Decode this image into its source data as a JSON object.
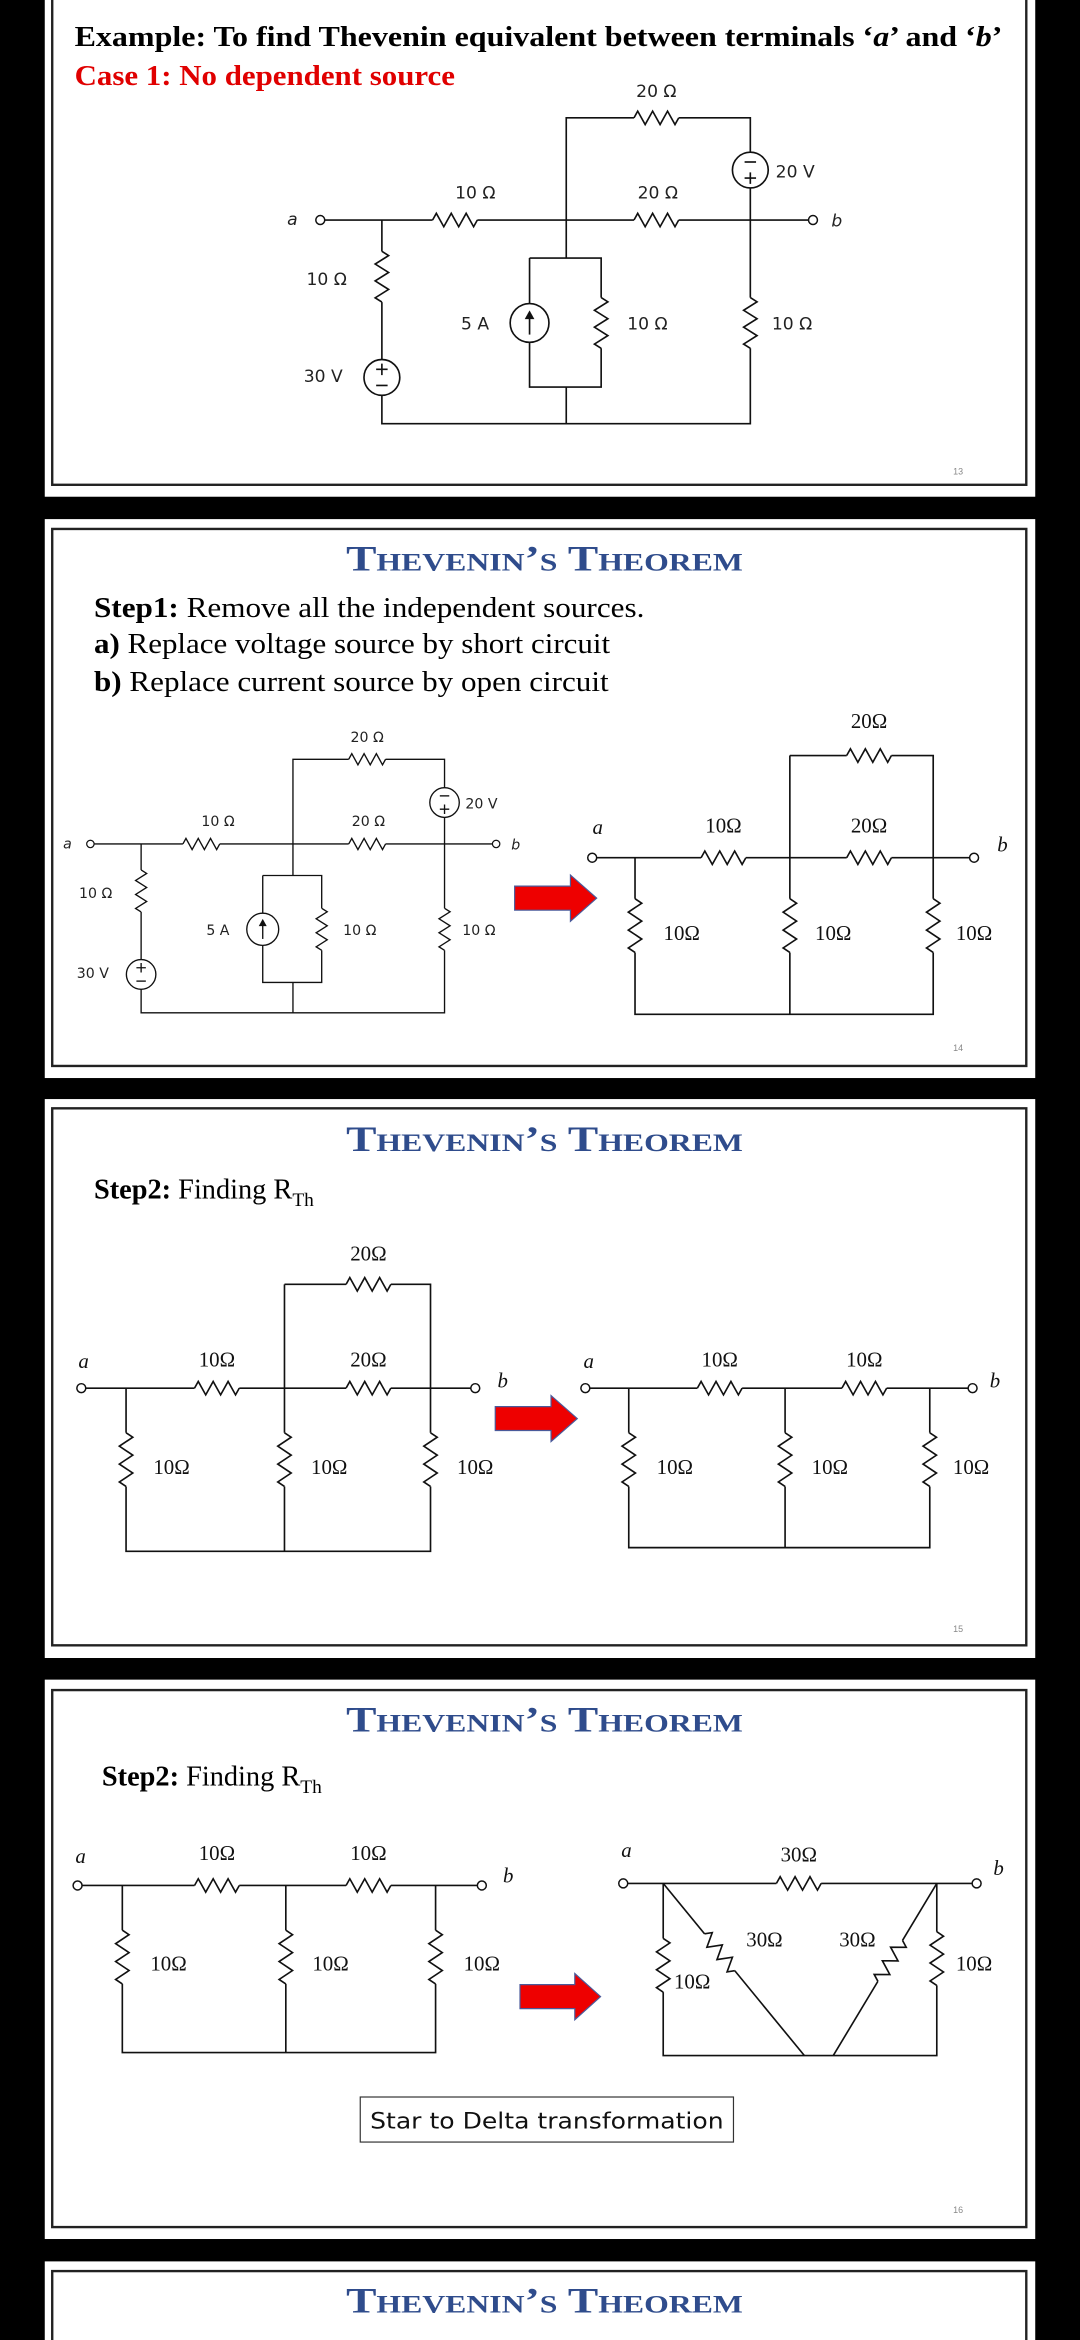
{
  "slides": [
    {
      "page": "13",
      "title": {
        "p1": "Example: To find Thevenin equivalent between terminals ‘",
        "a": "a",
        "p2": "’ and ‘",
        "b": "b",
        "p3": "’"
      },
      "subtitle": "Case 1: No dependent source",
      "circuit": {
        "r_top": "20 Ω",
        "v_top": "20 V",
        "r_ab1": "10 Ω",
        "r_ab2": "20 Ω",
        "term_a": "a",
        "term_b": "b",
        "r_left": "10 Ω",
        "i_src": "5 A",
        "r_mid": "10 Ω",
        "r_right": "10 Ω",
        "v_left": "30 V"
      }
    },
    {
      "page": "14",
      "title": "Thevenin’s Theorem",
      "steps": [
        {
          "bold": "Step1:",
          "text": " Remove all the independent sources."
        },
        {
          "bold": "a)",
          "text": " Replace voltage source by short circuit"
        },
        {
          "bold": "b)",
          "text": " Replace current source by open circuit"
        }
      ],
      "circuit_left": {
        "r_top": "20 Ω",
        "v_top": "20 V",
        "r_ab1": "10 Ω",
        "r_ab2": "20 Ω",
        "term_a": "a",
        "term_b": "b",
        "r_left": "10 Ω",
        "i_src": "5 A",
        "r_mid": "10 Ω",
        "r_right": "10 Ω",
        "v_left": "30 V"
      },
      "circuit_right": {
        "term_a": "a",
        "term_b": "b",
        "r_h1": "10Ω",
        "r_h2": "20Ω",
        "r_top": "20Ω",
        "r_v1": "10Ω",
        "r_v2": "10Ω",
        "r_v3": "10Ω"
      }
    },
    {
      "page": "15",
      "title": "Thevenin’s Theorem",
      "step": {
        "bold": "Step2:",
        "text": " Finding R",
        "sub": "Th"
      },
      "circuit_left": {
        "term_a": "a",
        "term_b": "b",
        "r_h1": "10Ω",
        "r_h2": "20Ω",
        "r_top": "20Ω",
        "r_v1": "10Ω",
        "r_v2": "10Ω",
        "r_v3": "10Ω"
      },
      "circuit_right": {
        "term_a": "a",
        "term_b": "b",
        "r_h1": "10Ω",
        "r_h2": "10Ω",
        "r_v1": "10Ω",
        "r_v2": "10Ω",
        "r_v3": "10Ω"
      }
    },
    {
      "page": "16",
      "title": "Thevenin’s Theorem",
      "step": {
        "bold": "Step2:",
        "text": " Finding R",
        "sub": "Th"
      },
      "circuit_left": {
        "term_a": "a",
        "term_b": "b",
        "r_h1": "10Ω",
        "r_h2": "10Ω",
        "r_v1": "10Ω",
        "r_v2": "10Ω",
        "r_v3": "10Ω"
      },
      "circuit_right": {
        "term_a": "a",
        "term_b": "b",
        "r_top": "30Ω",
        "r_d1": "30Ω",
        "r_d2": "30Ω",
        "r_v1": "10Ω",
        "r_v2": "10Ω"
      },
      "note": "Star to Delta transformation"
    },
    {
      "title": "Thevenin’s Theorem"
    }
  ],
  "colors": {
    "title_blue": "#2f4c8c",
    "subtitle_red": "#e00000",
    "arrow_red": "#ee0000",
    "background": "#000000"
  }
}
